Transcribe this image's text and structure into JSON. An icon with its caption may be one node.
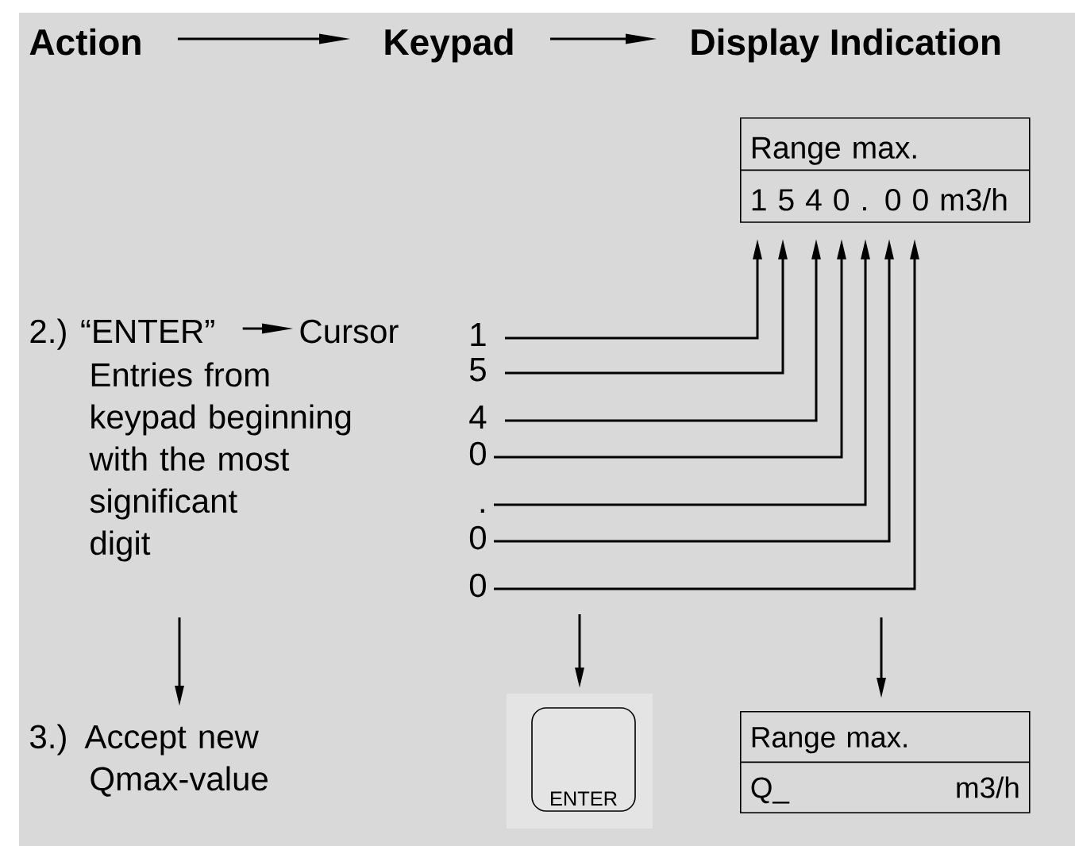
{
  "diagram": {
    "nodes": [
      {
        "text": [
          "Action"
        ]
      },
      {
        "text": [
          "Keypad"
        ]
      },
      {
        "text": [
          "Display Indication"
        ]
      },
      {
        "text": [
          "Range max.",
          "1 5 4 0 . 0 0 m3/h"
        ]
      },
      {
        "text": [
          "1"
        ]
      },
      {
        "text": [
          "5"
        ]
      },
      {
        "text": [
          "4"
        ]
      },
      {
        "text": [
          "0"
        ]
      },
      {
        "text": [
          "."
        ]
      },
      {
        "text": [
          "0"
        ]
      },
      {
        "text": [
          "0"
        ]
      },
      {
        "text": [
          "2.) “ENTER”"
        ]
      },
      {
        "text": [
          "Cursor"
        ]
      },
      {
        "text": [
          "3.) Accept new Qmax-value"
        ]
      },
      {
        "text": [
          "ENTER"
        ]
      },
      {
        "text": [
          "Range max.",
          "Q_",
          "m3/h"
        ]
      }
    ],
    "edges": [
      {
        "from": 0,
        "to": 1,
        "arrow": "to"
      },
      {
        "from": 1,
        "to": 2,
        "arrow": "to"
      },
      {
        "from": 4,
        "to": 3,
        "arrow": "to"
      },
      {
        "from": 5,
        "to": 3,
        "arrow": "to"
      },
      {
        "from": 6,
        "to": 3,
        "arrow": "to"
      },
      {
        "from": 7,
        "to": 3,
        "arrow": "to"
      },
      {
        "from": 8,
        "to": 3,
        "arrow": "to"
      },
      {
        "from": 9,
        "to": 3,
        "arrow": "to"
      },
      {
        "from": 10,
        "to": 3,
        "arrow": "to"
      },
      {
        "from": 11,
        "to": 12,
        "arrow": "to"
      },
      {
        "from": null,
        "to": 13,
        "arrow": "to"
      },
      {
        "from": null,
        "to": 14,
        "arrow": "to"
      },
      {
        "from": null,
        "to": 15,
        "arrow": "to"
      }
    ],
    "labels": [
      "Entries from keypad beginning with the most significant digit"
    ]
  }
}
